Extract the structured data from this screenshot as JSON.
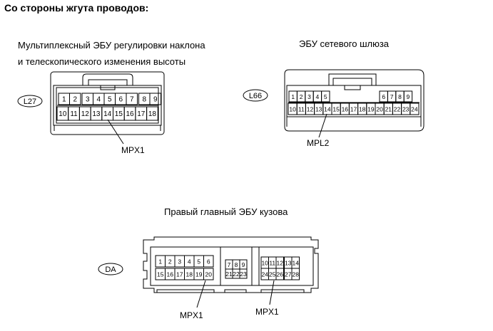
{
  "heading": "Со стороны жгута проводов:",
  "connectors": [
    {
      "id": "L27",
      "title_line1": "Мультиплексный ЭБУ регулировки наклона",
      "title_line2": "и телескопического изменения высоты",
      "pins_top": [
        "1",
        "2",
        "3",
        "4",
        "5",
        "6",
        "7",
        "8",
        "9"
      ],
      "pins_bottom": [
        "10",
        "11",
        "12",
        "13",
        "14",
        "15",
        "16",
        "17",
        "18"
      ],
      "signal": "MPX1"
    },
    {
      "id": "L66",
      "title": "ЭБУ сетевого шлюза",
      "pins_top": [
        "1",
        "2",
        "3",
        "4",
        "5",
        "6",
        "7",
        "8",
        "9"
      ],
      "pins_bottom": [
        "10",
        "11",
        "12",
        "13",
        "14",
        "15",
        "16",
        "17",
        "18",
        "19",
        "20",
        "21",
        "22",
        "23",
        "24"
      ],
      "signal": "MPL2"
    },
    {
      "id": "DA",
      "title": "Правый главный ЭБУ кузова",
      "pins_a_top": [
        "1",
        "2",
        "3",
        "4",
        "5",
        "6"
      ],
      "pins_a_bottom": [
        "15",
        "16",
        "17",
        "18",
        "19",
        "20"
      ],
      "pins_b_top": [
        "7",
        "8",
        "9"
      ],
      "pins_b_bottom": [
        "21",
        "22",
        "23"
      ],
      "pins_c_top": [
        "10",
        "11",
        "12",
        "13",
        "14"
      ],
      "pins_c_bottom": [
        "24",
        "25",
        "26",
        "27",
        "28"
      ],
      "signal_left": "MPX1",
      "signal_right": "MPX1"
    }
  ]
}
